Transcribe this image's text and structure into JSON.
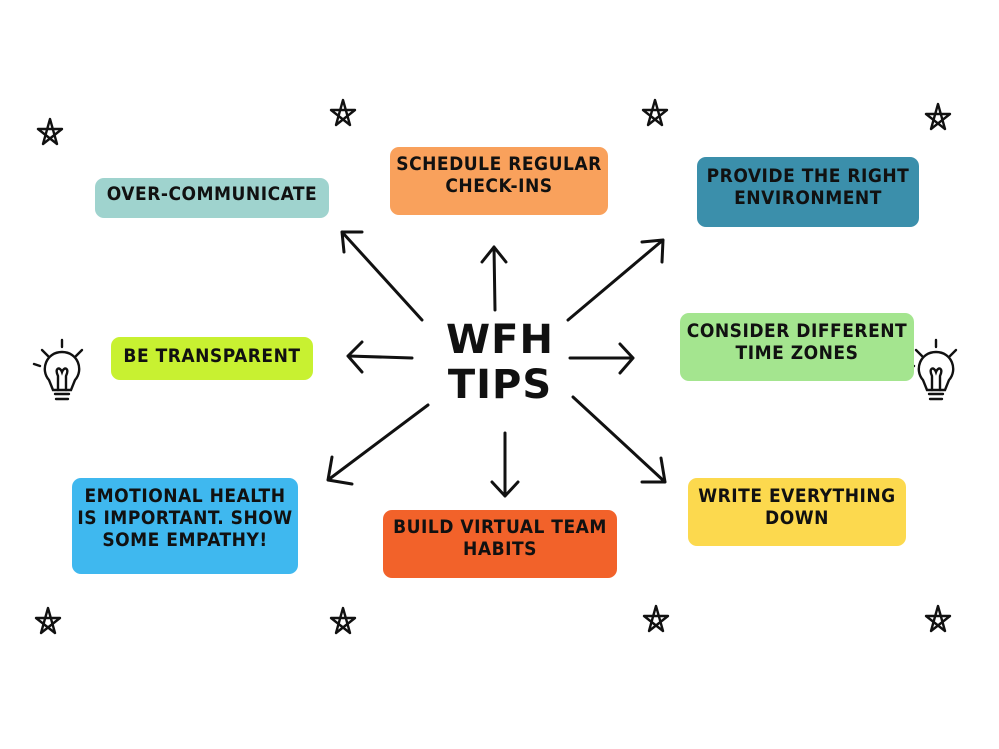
{
  "center": {
    "line1": "WFH",
    "line2": "TIPS"
  },
  "tips": {
    "over_communicate": {
      "lines": [
        "OVER-COMMUNICATE"
      ],
      "color": "#9fd3ce"
    },
    "schedule": {
      "lines": [
        "SCHEDULE REGULAR",
        "CHECK-INS"
      ],
      "color": "#f9a15c"
    },
    "environment": {
      "lines": [
        "PROVIDE THE RIGHT",
        "ENVIRONMENT"
      ],
      "color": "#3b8fab"
    },
    "transparent": {
      "lines": [
        "BE TRANSPARENT"
      ],
      "color": "#c8f131"
    },
    "time_zones": {
      "lines": [
        "CONSIDER DIFFERENT",
        "TIME ZONES"
      ],
      "color": "#a4e58f"
    },
    "emotional": {
      "lines": [
        "EMOTIONAL HEALTH",
        "IS IMPORTANT. SHOW",
        "SOME EMPATHY!"
      ],
      "color": "#3fb8ef"
    },
    "habits": {
      "lines": [
        "BUILD VIRTUAL TEAM",
        "HABITS"
      ],
      "color": "#f2622a"
    },
    "write_down": {
      "lines": [
        "WRITE EVERYTHING",
        "DOWN"
      ],
      "color": "#fcd94e"
    }
  },
  "decorations": {
    "stars": 8,
    "lightbulbs": 2
  }
}
